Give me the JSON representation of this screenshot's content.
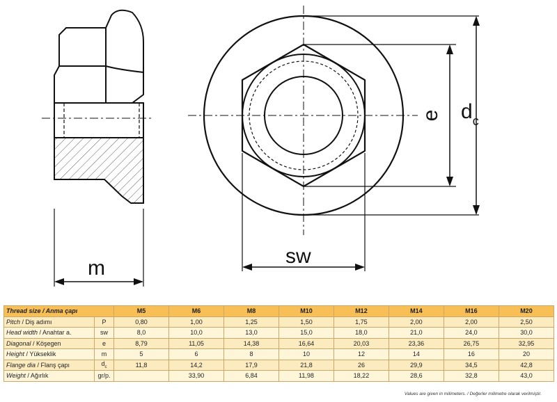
{
  "drawing": {
    "label_m": "m",
    "label_sw": "sw",
    "label_e": "e",
    "label_dc": "d",
    "label_dc_sub": "c"
  },
  "table": {
    "header_label": "Thread size / Anma çapı",
    "sizes": [
      "M5",
      "M6",
      "M8",
      "M10",
      "M12",
      "M14",
      "M16",
      "M20"
    ],
    "rows": [
      {
        "label": "Pitch / Diş adımı",
        "symbol": "P",
        "values": [
          "0,80",
          "1,00",
          "1,25",
          "1,50",
          "1,75",
          "2,00",
          "2,00",
          "2,50"
        ]
      },
      {
        "label": "Head width / Anahtar a.",
        "symbol": "sw",
        "values": [
          "8,0",
          "10,0",
          "13,0",
          "15,0",
          "18,0",
          "21,0",
          "24,0",
          "30,0"
        ]
      },
      {
        "label": "Diagonal / Köşegen",
        "symbol": "e",
        "values": [
          "8,79",
          "11,05",
          "14,38",
          "16,64",
          "20,03",
          "23,36",
          "26,75",
          "32,95"
        ]
      },
      {
        "label": "Height / Yükseklik",
        "symbol": "m",
        "values": [
          "5",
          "6",
          "8",
          "10",
          "12",
          "14",
          "16",
          "20"
        ]
      },
      {
        "label": "Flange dia / Flanş çapı",
        "symbol": "dc",
        "values": [
          "11,8",
          "14,2",
          "17,9",
          "21,8",
          "26",
          "29,9",
          "34,5",
          "42,8"
        ]
      },
      {
        "label": "Weight / Ağırlık",
        "symbol": "gr/p.",
        "values": [
          "",
          "33,90",
          "6,84",
          "11,98",
          "18,22",
          "28,6",
          "32,8",
          "43,0"
        ]
      }
    ]
  },
  "note": "Values are given in milimeters. / Değerler milimetre olarak verilmiştir."
}
